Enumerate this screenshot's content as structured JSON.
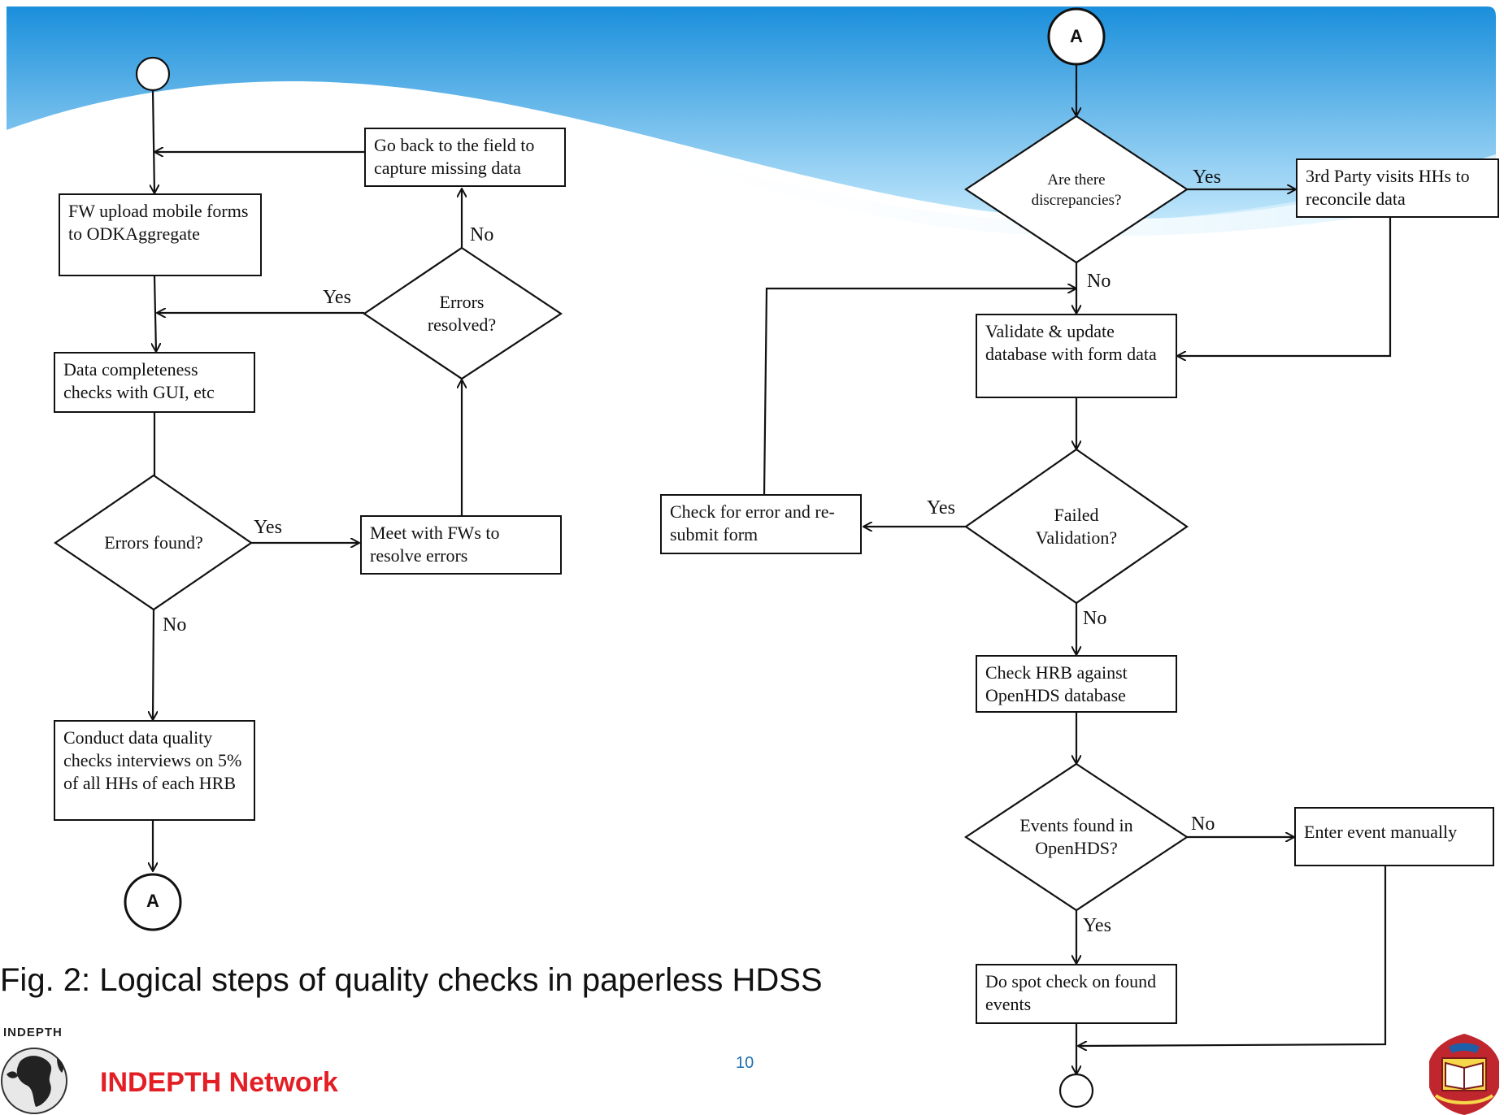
{
  "caption": "Fig. 2: Logical steps of quality checks in paperless HDSS",
  "page_number": "10",
  "brand": "INDEPTH Network",
  "logo_left_text": "INDEPTH",
  "connectors": {
    "a_bottom": "A",
    "a_top": "A"
  },
  "boxes": {
    "fw_upload": "FW upload mobile forms to ODKAggregate",
    "completeness": "Data completeness checks with GUI, etc",
    "conduct_quality": "Conduct data quality checks interviews on 5% of all HHs of each HRB",
    "go_back": "Go back to the field to capture missing data",
    "meet_fws": "Meet with FWs to resolve errors",
    "third_party": "3rd Party visits HHs to reconcile data",
    "validate": "Validate & update database with form data",
    "check_error": "Check for error and re-submit form",
    "check_hrb": "Check HRB against OpenHDS database",
    "enter_event": "Enter event manually",
    "spot_check": "Do spot check on found events"
  },
  "decisions": {
    "errors_found": "Errors found?",
    "errors_resolved": "Errors resolved?",
    "discrepancies": "Are there discrepancies?",
    "failed_validation": "Failed Validation?",
    "events_found": "Events found in OpenHDS?"
  },
  "edge_labels": {
    "errors_found_yes": "Yes",
    "errors_found_no": "No",
    "errors_resolved_yes": "Yes",
    "errors_resolved_no": "No",
    "discrepancies_yes": "Yes",
    "discrepancies_no": "No",
    "failed_validation_yes": "Yes",
    "failed_validation_no": "No",
    "events_found_no": "No",
    "events_found_yes": "Yes"
  },
  "colors": {
    "header_dark": "#1a8fdb",
    "header_light": "#8fd0f5",
    "brand_red": "#e31e24",
    "page_num_blue": "#1f6fb0",
    "line": "#111111"
  }
}
